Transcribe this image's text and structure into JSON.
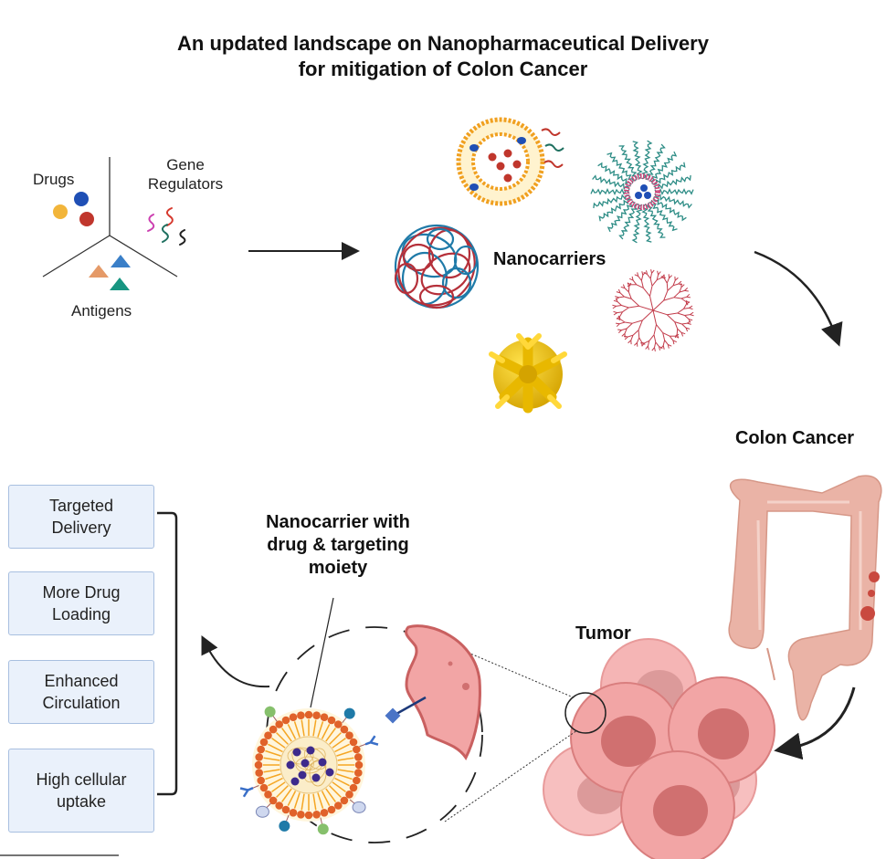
{
  "title": {
    "line1": "An updated landscape on Nanopharmaceutical Delivery",
    "line2": "for mitigation of Colon Cancer"
  },
  "payloads": {
    "drugs": "Drugs",
    "gene_regulators_line1": "Gene",
    "gene_regulators_line2": "Regulators",
    "antigens": "Antigens"
  },
  "nanocarriers": {
    "label": "Nanocarriers",
    "types": [
      "liposome",
      "polymeric-micelle",
      "polymeric-nanoparticle",
      "dendrimer",
      "metallic-nanostructure"
    ]
  },
  "colon": {
    "label": "Colon Cancer"
  },
  "tumor": {
    "label": "Tumor"
  },
  "nanocarrier_detail": {
    "line1": "Nanocarrier with",
    "line2": "drug & targeting",
    "line3": "moiety"
  },
  "benefits": [
    {
      "line1": "Targeted",
      "line2": "Delivery"
    },
    {
      "line1": "More Drug",
      "line2": "Loading"
    },
    {
      "line1": "Enhanced",
      "line2": "Circulation"
    },
    {
      "line1": "High cellular",
      "line2": "uptake"
    }
  ],
  "colors": {
    "drug_blue": "#1f4fb5",
    "drug_yellow": "#f2b53a",
    "drug_red": "#c0362c",
    "antigen_blue": "#3a7fc8",
    "antigen_orange": "#e59a68",
    "antigen_teal": "#179581",
    "liposome_orange": "#f0a020",
    "cell_pink": "#f2a5a5",
    "nucleus": "#d07070",
    "colon_pink": "#eab3a6",
    "box_fill": "#eaf1fb",
    "box_border": "#a8bfe0"
  }
}
